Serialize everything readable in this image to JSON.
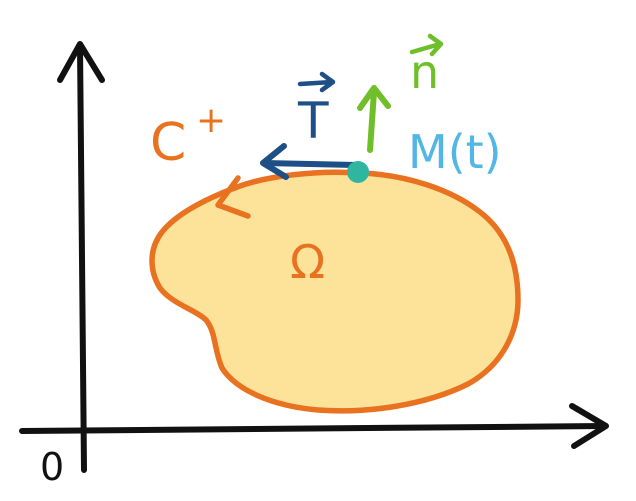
{
  "labels": {
    "origin": "0",
    "curve": "C",
    "curve_orientation": "+",
    "domain": "Ω",
    "tangent": "T",
    "normal": "n",
    "point": "M(t)"
  },
  "colors": {
    "axes": "#111111",
    "region_fill": "#fde29a",
    "curve": "#e8721f",
    "tangent": "#1e4f86",
    "normal": "#6fbf2a",
    "point": "#2fb6a0",
    "point_label": "#52b6e6"
  }
}
